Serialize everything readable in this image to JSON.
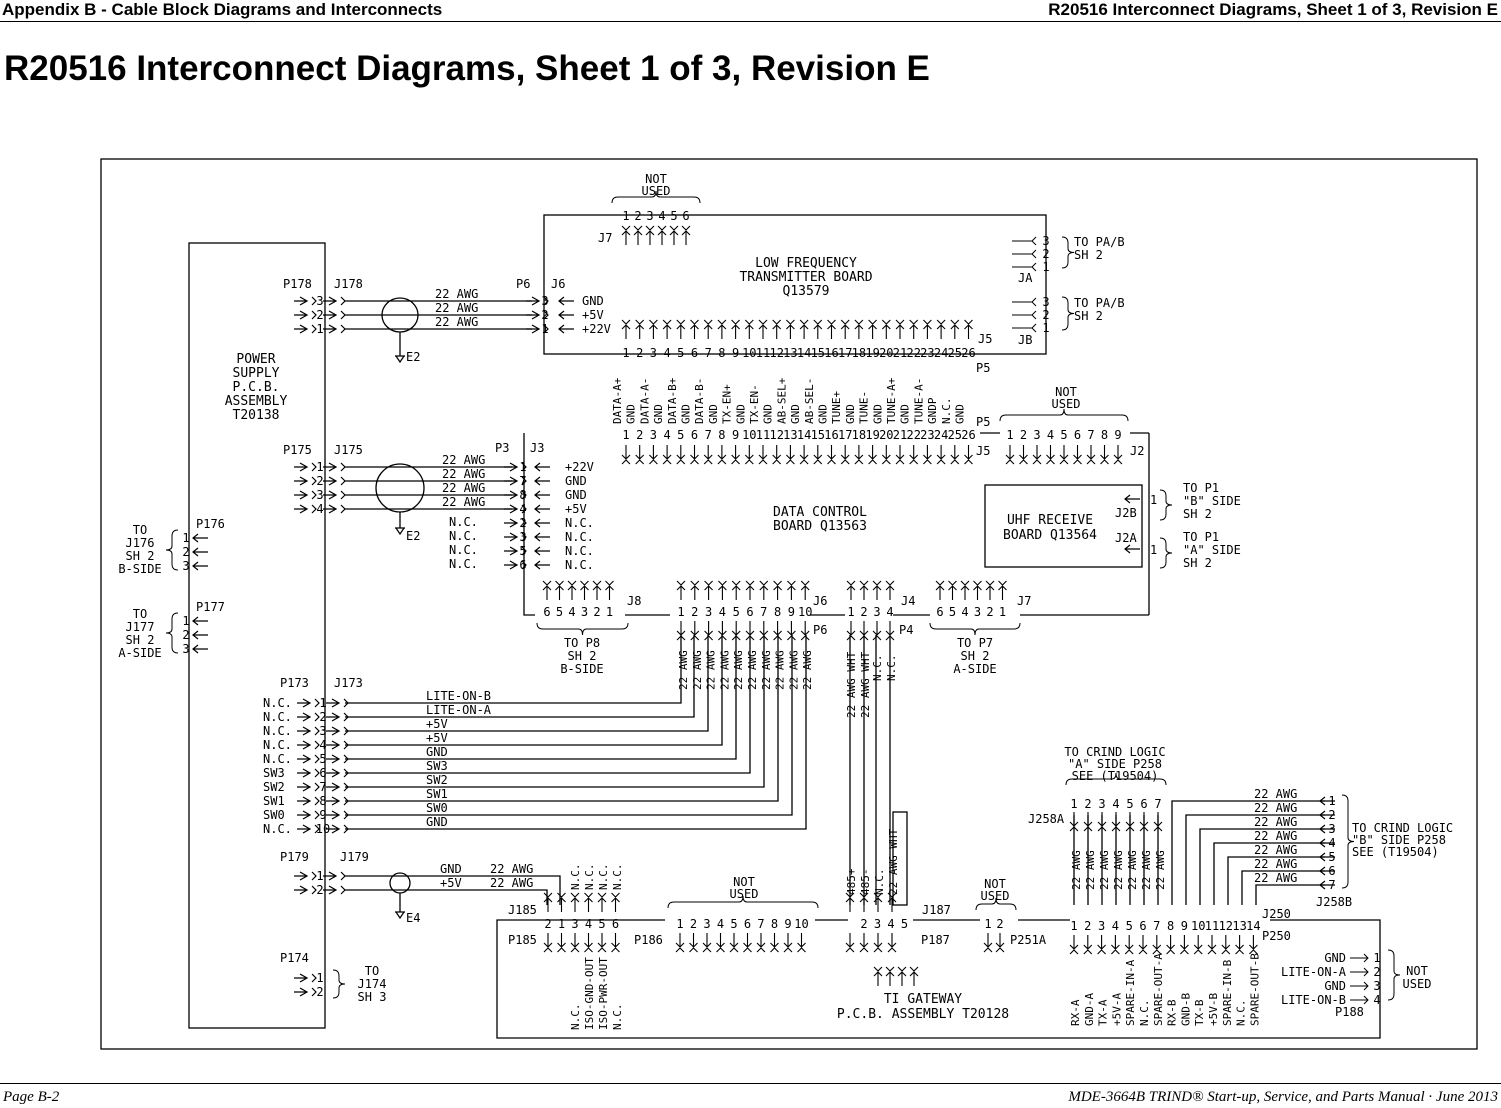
{
  "header": {
    "left": "Appendix B - Cable Block Diagrams and Interconnects",
    "right": "R20516 Interconnect Diagrams, Sheet 1 of 3, Revision E"
  },
  "title": "R20516 Interconnect Diagrams, Sheet 1 of 3, Revision E",
  "footer": {
    "left": "Page B-2",
    "right": "MDE-3664B TRIND® Start-up, Service, and Parts Manual · June 2013"
  },
  "diagram": {
    "boards": {
      "power_supply": [
        "POWER",
        "SUPPLY",
        "P.C.B.",
        "ASSEMBLY",
        "T20138"
      ],
      "lf_transmitter": [
        "LOW FREQUENCY",
        "TRANSMITTER BOARD",
        "Q13579"
      ],
      "data_control": [
        "DATA CONTROL",
        "BOARD Q13563"
      ],
      "uhf_receive": [
        "UHF RECEIVE",
        "BOARD Q13564"
      ],
      "ti_gateway": [
        "TI GATEWAY",
        "P.C.B. ASSEMBLY T20128"
      ]
    },
    "connectors": {
      "p178": "P178",
      "j178": "J178",
      "p6": "P6",
      "j6": "J6",
      "p175": "P175",
      "j175": "J175",
      "p3": "P3",
      "j3": "J3",
      "p176": "P176",
      "p177": "P177",
      "p173": "P173",
      "j173": "J173",
      "p179": "P179",
      "j179": "J179",
      "p174": "P174",
      "j7_top": "J7",
      "ja": "JA",
      "jb": "JB",
      "j5a": "J5",
      "p5a": "P5",
      "p5b": "P5",
      "j5b": "J5",
      "j2": "J2",
      "j2b": "J2B",
      "j2a": "J2A",
      "j8": "J8",
      "j6b": "J6",
      "p6b": "P6",
      "j4": "J4",
      "p4": "P4",
      "j7b": "J7",
      "j185": "J185",
      "p185": "P185",
      "p186": "P186",
      "j187": "J187",
      "p187": "P187",
      "p251a": "P251A",
      "j258a": "J258A",
      "j258b": "J258B",
      "j250": "J250",
      "p250": "P250",
      "p188": "P188",
      "e2a": "E2",
      "e2b": "E2",
      "e4": "E4"
    },
    "annotations": {
      "not_used_j7": [
        "NOT",
        "USED"
      ],
      "to_pa_b_1": [
        "TO PA/B",
        "SH 2"
      ],
      "to_pa_b_2": [
        "TO PA/B",
        "SH 2"
      ],
      "not_used_j2": [
        "NOT",
        "USED"
      ],
      "to_p1_b": [
        "TO P1",
        "\"B\" SIDE",
        "SH 2"
      ],
      "to_p1_a": [
        "TO P1",
        "\"A\" SIDE",
        "SH 2"
      ],
      "to_j176": [
        "TO",
        "J176",
        "SH 2",
        "B-SIDE"
      ],
      "to_j177": [
        "TO",
        "J177",
        "SH 2",
        "A-SIDE"
      ],
      "to_p8": [
        "TO P8",
        "SH 2",
        "B-SIDE"
      ],
      "to_p7": [
        "TO P7",
        "SH 2",
        "A-SIDE"
      ],
      "to_j174": [
        "TO",
        "J174",
        "SH 3"
      ],
      "to_crind_a": [
        "TO CRIND LOGIC",
        "\"A\" SIDE P258",
        "SEE (T19504)"
      ],
      "to_crind_b": [
        "TO CRIND LOGIC",
        "\"B\" SIDE P258",
        "SEE (T19504)"
      ],
      "not_used_p186": [
        "NOT",
        "USED"
      ],
      "not_used_p251a": [
        "NOT",
        "USED"
      ],
      "not_used_p188": [
        "NOT",
        "USED"
      ]
    },
    "wires": {
      "j178_awg": [
        "22 AWG",
        "22 AWG",
        "22 AWG"
      ],
      "j6_signals": [
        "GND",
        "+5V",
        "+22V"
      ],
      "j175_awg": [
        "22 AWG",
        "22 AWG",
        "22 AWG",
        "22 AWG"
      ],
      "j3_pins": [
        "1",
        "7",
        "8",
        "4",
        "2",
        "3",
        "5",
        "6"
      ],
      "j3_signals": [
        "+22V",
        "GND",
        "GND",
        "+5V",
        "N.C.",
        "N.C.",
        "N.C.",
        "N.C."
      ],
      "j3_left_nc": [
        "N.C.",
        "N.C.",
        "N.C.",
        "N.C."
      ],
      "j5_signals": [
        "DATA-A+",
        "GND",
        "DATA-A-",
        "GND",
        "DATA-B+",
        "GND",
        "DATA-B-",
        "GND",
        "TX-EN+",
        "GND",
        "TX-EN-",
        "GND",
        "AB-SEL+",
        "GND",
        "AB-SEL-",
        "GND",
        "TUNE+",
        "GND",
        "TUNE-",
        "GND",
        "TUNE-A+",
        "GND",
        "TUNE-A-",
        "GNDP",
        "N.C.",
        "GND"
      ],
      "j173_left": [
        "N.C.",
        "N.C.",
        "N.C.",
        "N.C.",
        "N.C.",
        "SW3",
        "SW2",
        "SW1",
        "SW0",
        "N.C."
      ],
      "j173_signals": [
        "LITE-ON-B",
        "LITE-ON-A",
        "+5V",
        "+5V",
        "GND",
        "SW3",
        "SW2",
        "SW1",
        "SW0",
        "GND"
      ],
      "j6b_awg": [
        "22 AWG",
        "22 AWG",
        "22 AWG",
        "22 AWG",
        "22 AWG",
        "22 AWG",
        "22 AWG",
        "22 AWG",
        "22 AWG",
        "22 AWG"
      ],
      "j4_labels": [
        "22 AWG WHT",
        "22 AWG WHT",
        "N.C.",
        "N.C."
      ],
      "j179_signals": [
        "GND",
        "+5V"
      ],
      "j179_awg": [
        "22 AWG",
        "22 AWG"
      ],
      "j185_top": [
        "N.C.",
        "N.C.",
        "N.C.",
        "N.C."
      ],
      "j185_pins": [
        "2",
        "1",
        "3",
        "4",
        "5",
        "6"
      ],
      "p185_labels": [
        "N.C.",
        "ISO-GND-OUT",
        "ISO-PWR-OUT",
        "N.C."
      ],
      "j187_top": [
        "485+",
        "485-",
        "N.C.",
        "22 AWG WHT"
      ],
      "j258a_awg": [
        "22 AWG",
        "22 AWG",
        "22 AWG",
        "22 AWG",
        "22 AWG",
        "22 AWG",
        "22 AWG"
      ],
      "j258b_awg": [
        "22 AWG",
        "22 AWG",
        "22 AWG",
        "22 AWG",
        "22 AWG",
        "22 AWG",
        "22 AWG"
      ],
      "p250_labels": [
        "RX-A",
        "GND-A",
        "TX-A",
        "+5V-A",
        "SPARE-IN-A",
        "N.C.",
        "SPARE-OUT-A",
        "RX-B",
        "GND-B",
        "TX-B",
        "+5V-B",
        "SPARE-IN-B",
        "N.C.",
        "SPARE-OUT-B"
      ],
      "p188_signals": [
        "GND",
        "LITE-ON-A",
        "GND",
        "LITE-ON-B"
      ]
    }
  }
}
